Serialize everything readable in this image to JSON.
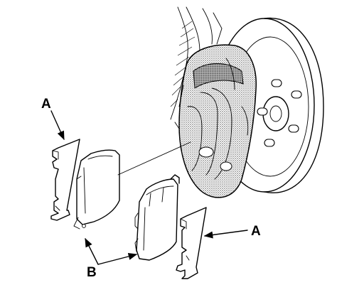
{
  "callouts": {
    "label_a_left": "A",
    "label_a_right": "A",
    "label_b": "B"
  },
  "parts": [
    {
      "id": "shim-left",
      "callout": "A"
    },
    {
      "id": "outer-pad",
      "callout": "B"
    },
    {
      "id": "inner-pad",
      "callout": "B"
    },
    {
      "id": "shim-right",
      "callout": "A"
    },
    {
      "id": "caliper"
    },
    {
      "id": "brake-disc"
    }
  ],
  "colors": {
    "line": "#000000",
    "background": "#ffffff",
    "caliper_shade": "#9a9a9a"
  }
}
